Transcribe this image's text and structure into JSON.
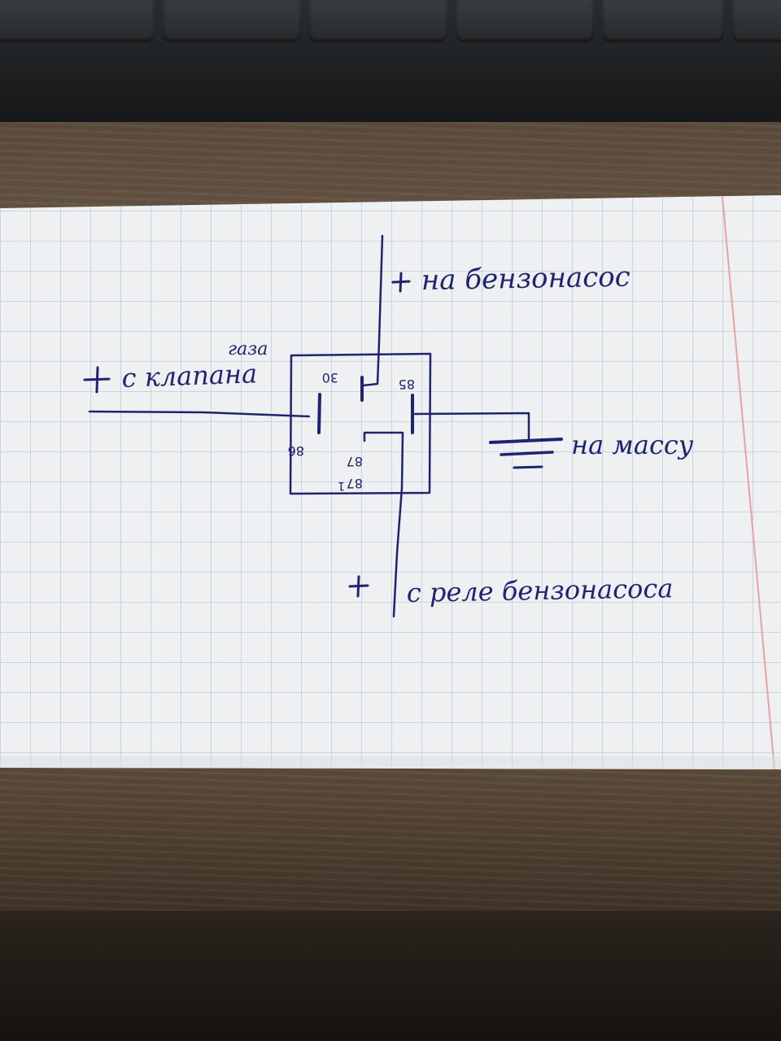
{
  "colors": {
    "ink": "#1f2470",
    "paper": "#eef0f2",
    "grid": "#a9c3d6",
    "margin": "#e8a1a6"
  },
  "labels": {
    "plus_top": "+",
    "to_fuel_pump": "на бензонасос",
    "gas_valve_line2": "газа",
    "plus_left": "+",
    "from_gas_valve": "с клапана",
    "to_ground": "на массу",
    "plus_bottom": "+",
    "from_fuel_pump_relay": "с реле бензонасоса"
  },
  "relay_pins": {
    "pin_30": "30",
    "pin_85": "85",
    "pin_86": "86",
    "pin_87": "87",
    "pin_87a": "87",
    "pin_87a_suffix": "1"
  }
}
